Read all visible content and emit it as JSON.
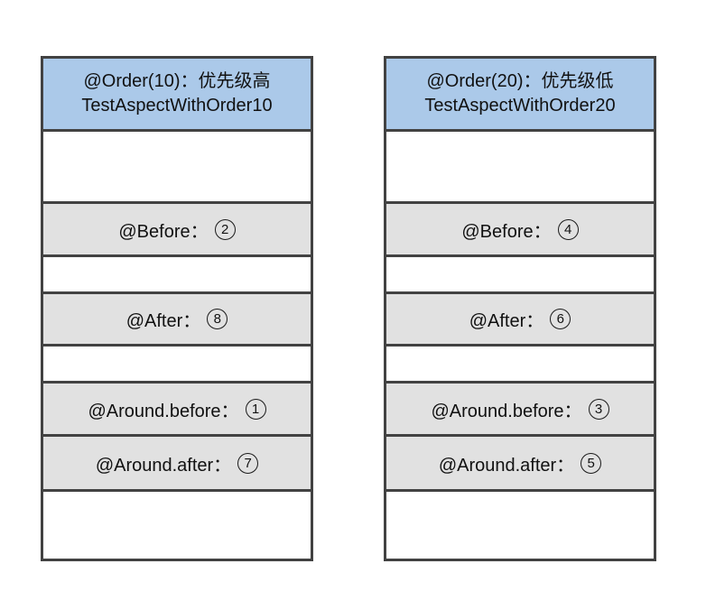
{
  "diagram": {
    "title": "AOP aspect order diagram",
    "colors": {
      "header_fill": "#abc9e9",
      "advice_row_fill": "#e1e1e1",
      "border": "#424242",
      "background": "#ffffff",
      "text": "#111111"
    },
    "columns": [
      {
        "name": "order10",
        "header": {
          "line1": "@Order(10)：优先级高",
          "line2": "TestAspectWithOrder10"
        },
        "advice": {
          "before": {
            "label": "@Before：",
            "number": "2"
          },
          "after": {
            "label": "@After：",
            "number": "8"
          },
          "around_before": {
            "label": "@Around.before：",
            "number": "1"
          },
          "around_after": {
            "label": "@Around.after：",
            "number": "7"
          }
        }
      },
      {
        "name": "order20",
        "header": {
          "line1": "@Order(20)：优先级低",
          "line2": "TestAspectWithOrder20"
        },
        "advice": {
          "before": {
            "label": "@Before：",
            "number": "4"
          },
          "after": {
            "label": "@After：",
            "number": "6"
          },
          "around_before": {
            "label": "@Around.before：",
            "number": "3"
          },
          "around_after": {
            "label": "@Around.after：",
            "number": "5"
          }
        }
      }
    ]
  }
}
